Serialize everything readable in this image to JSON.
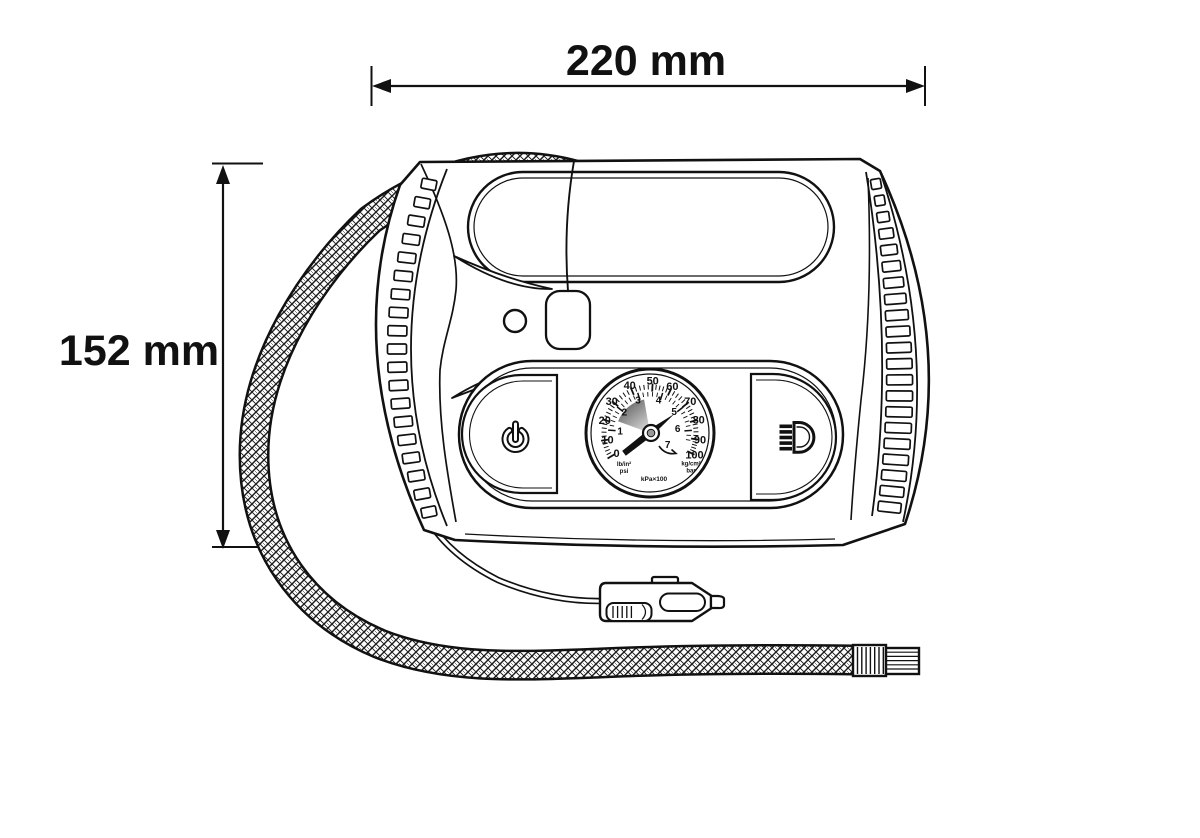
{
  "diagram": {
    "dimensions": {
      "width": "220 mm",
      "height": "152 mm"
    },
    "gauge": {
      "outer_scale": [
        "0",
        "10",
        "20",
        "30",
        "40",
        "50",
        "60",
        "70",
        "80",
        "90",
        "100"
      ],
      "inner_scale": [
        "1",
        "2",
        "3",
        "4",
        "5",
        "6",
        "7"
      ],
      "outer_scale_unit": [
        "lb/in²",
        "psi"
      ],
      "inner_scale_unit": [
        "kg/cm²",
        "bar"
      ],
      "center_unit": "kPa×100"
    },
    "icons": {
      "power_button_icon": "power-symbol",
      "light_button_icon": "headlight-symbol"
    }
  }
}
